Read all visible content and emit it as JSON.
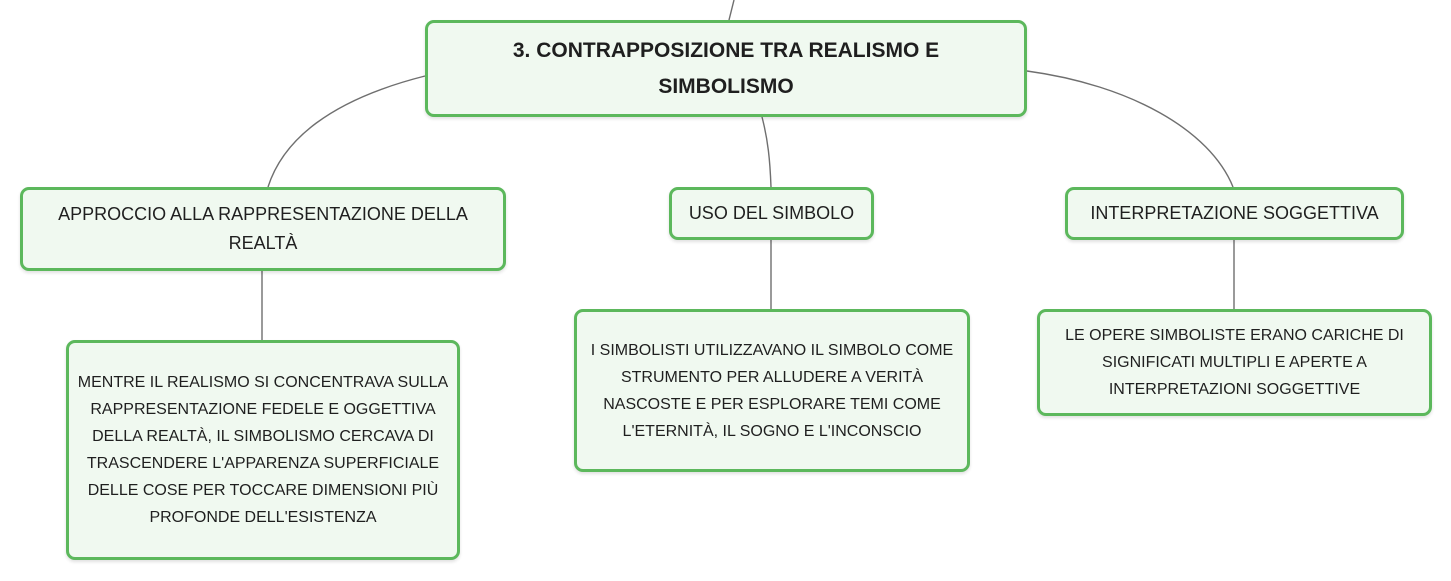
{
  "mindmap": {
    "root": {
      "label": "3. CONTRAPPOSIZIONE TRA REALISMO E SIMBOLISMO"
    },
    "branches": [
      {
        "label": "APPROCCIO ALLA RAPPRESENTAZIONE DELLA REALTÀ",
        "child": "MENTRE IL REALISMO SI CONCENTRAVA SULLA RAPPRESENTAZIONE FEDELE E OGGETTIVA DELLA REALTÀ, IL SIMBOLISMO CERCAVA DI TRASCENDERE L'APPARENZA SUPERFICIALE DELLE COSE PER TOCCARE DIMENSIONI PIÙ PROFONDE DELL'ESISTENZA"
      },
      {
        "label": "USO DEL SIMBOLO",
        "child": "I SIMBOLISTI UTILIZZAVANO IL SIMBOLO COME STRUMENTO PER ALLUDERE A VERITÀ NASCOSTE E PER ESPLORARE TEMI COME L'ETERNITÀ, IL SOGNO E L'INCONSCIO"
      },
      {
        "label": "INTERPRETAZIONE SOGGETTIVA",
        "child": "LE OPERE SIMBOLISTE ERANO CARICHE DI SIGNIFICATI MULTIPLI E APERTE A INTERPRETAZIONI SOGGETTIVE"
      }
    ],
    "colors": {
      "node_border": "#5cb85c",
      "node_fill": "#f0f9f0",
      "connector": "#6f6f6f"
    }
  }
}
